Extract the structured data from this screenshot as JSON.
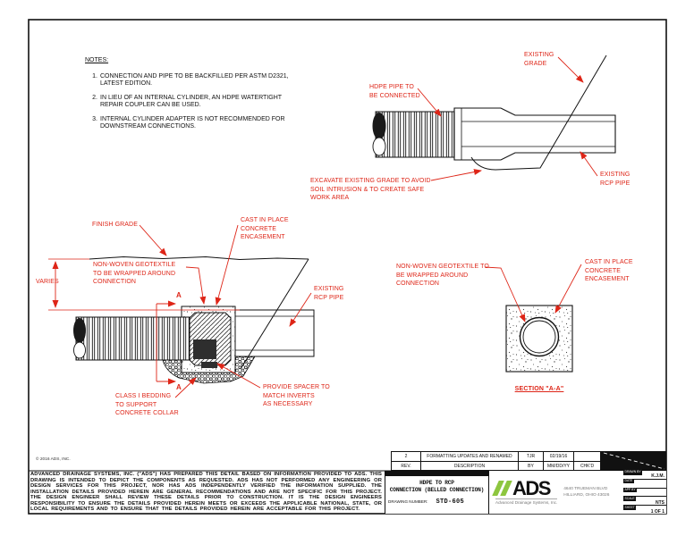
{
  "colors": {
    "annotation_red": "#de2517",
    "logo_green": "#8dc63f",
    "line_black": "#111111"
  },
  "notes": {
    "heading": "NOTES:",
    "items": [
      {
        "num": "1.",
        "lines": [
          "CONNECTION AND PIPE TO BE BACKFILLED PER ASTM D2321,",
          "LATEST EDITION."
        ]
      },
      {
        "num": "2.",
        "lines": [
          "IN LIEU OF AN INTERNAL CYLINDER, AN HDPE WATERTIGHT",
          "REPAIR COUPLER CAN BE USED."
        ]
      },
      {
        "num": "3.",
        "lines": [
          "INTERNAL CYLINDER ADAPTER IS NOT RECOMMENDED FOR",
          "DOWNSTREAM CONNECTIONS."
        ]
      }
    ]
  },
  "labels": {
    "hdpe_pipe": {
      "lines": [
        "HDPE PIPE TO",
        "BE CONNECTED"
      ]
    },
    "existing_grade": {
      "lines": [
        "EXISTING",
        "GRADE"
      ]
    },
    "existing_rcp_top": {
      "lines": [
        "EXISTING",
        "RCP PIPE"
      ]
    },
    "excavate": {
      "lines": [
        "EXCAVATE EXISTING GRADE TO AVOID",
        "SOIL INTRUSION & TO CREATE SAFE",
        "WORK AREA"
      ]
    },
    "finish_grade": {
      "lines": [
        "FINISH GRADE"
      ]
    },
    "varies": {
      "lines": [
        "VARIES"
      ]
    },
    "cast_left": {
      "lines": [
        "CAST IN PLACE",
        "CONCRETE",
        "ENCASEMENT"
      ]
    },
    "geotextile_left": {
      "lines": [
        "NON-WOVEN GEOTEXTILE",
        "TO BE WRAPPED AROUND",
        "CONNECTION"
      ]
    },
    "existing_rcp_left": {
      "lines": [
        "EXISTING",
        "RCP PIPE"
      ]
    },
    "class_bedding": {
      "lines": [
        "CLASS I BEDDING",
        "TO SUPPORT",
        "CONCRETE COLLAR"
      ]
    },
    "spacer": {
      "lines": [
        "PROVIDE SPACER TO",
        "MATCH INVERTS",
        "AS NECESSARY"
      ]
    },
    "geotextile_right": {
      "lines": [
        "NON-WOVEN GEOTEXTILE TO",
        "BE WRAPPED AROUND",
        "CONNECTION"
      ]
    },
    "cast_right": {
      "lines": [
        "CAST IN PLACE",
        "CONCRETE",
        "ENCASEMENT"
      ]
    },
    "section_marker": "A",
    "section_title": "SECTION \"A-A\""
  },
  "revision_table": {
    "row": [
      "2",
      "FORMATTING UPDATES AND RENAMED",
      "TJR",
      "02/19/16",
      ""
    ],
    "header": [
      "REV.",
      "DESCRIPTION",
      "BY",
      "MM/DD/YY",
      "CHK'D"
    ]
  },
  "title_block": {
    "title_line1": "HDPE TO RCP",
    "title_line2": "CONNECTION (BELLED CONNECTION)",
    "drawing_number_label": "DRAWING NUMBER:",
    "drawing_number": "STD-605",
    "logo_text": "ADS",
    "logo_subtitle": "Advanced Drainage Systems, Inc.",
    "address_line1": "4640 TRUEMAN BLVD",
    "address_line2": "HILLIARD, OHIO 43026",
    "info": [
      {
        "label": "DRAWN BY",
        "value": "K.J.M."
      },
      {
        "label": "DATE",
        "value": ""
      },
      {
        "label": "APP BY",
        "value": ""
      },
      {
        "label": "SCALE",
        "value": "NTS"
      },
      {
        "label": "SHEET",
        "value": "1 OF 1"
      }
    ]
  },
  "disclaimer": "ADVANCED DRAINAGE SYSTEMS, INC. (\"ADS\") HAS PREPARED THIS DETAIL BASED ON INFORMATION PROVIDED TO ADS.  THIS DRAWING IS INTENDED TO DEPICT THE COMPONENTS AS REQUESTED.  ADS HAS NOT PERFORMED ANY ENGINEERING OR DESIGN SERVICES FOR THIS PROJECT, NOR HAS ADS INDEPENDENTLY VERIFIED THE INFORMATION SUPPLIED.  THE INSTALLATION DETAILS PROVIDED HEREIN ARE GENERAL RECOMMENDATIONS AND ARE NOT SPECIFIC FOR THIS PROJECT.  THE DESIGN ENGINEER SHALL REVIEW THESE DETAILS PRIOR TO CONSTRUCTION.  IT IS THE DESIGN ENGINEERS RESPONSIBILITY TO ENSURE THE DETAILS PROVIDED HEREIN MEETS OR EXCEEDS THE APPLICABLE NATIONAL, STATE, OR LOCAL REQUIREMENTS AND TO ENSURE THAT THE DETAILS PROVIDED HEREIN ARE ACCEPTABLE FOR THIS PROJECT.",
  "copyright": "© 2016 ADS, INC."
}
